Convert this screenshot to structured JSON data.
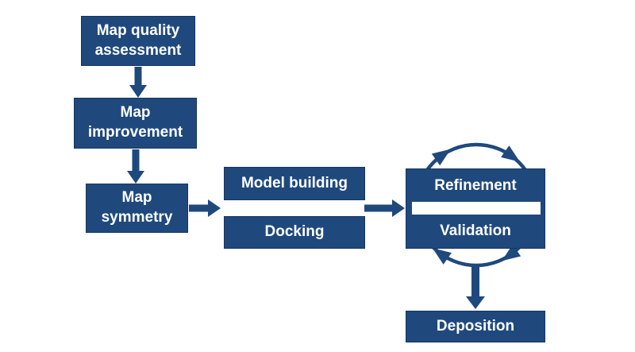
{
  "diagram": {
    "nodes": {
      "map_quality": {
        "label": "Map quality\nassessment"
      },
      "map_improvement": {
        "label": "Map\nimprovement"
      },
      "map_symmetry": {
        "label": "Map\nsymmetry"
      },
      "model_building": {
        "label": "Model building"
      },
      "docking": {
        "label": "Docking"
      },
      "refinement": {
        "label": "Refinement"
      },
      "validation": {
        "label": "Validation"
      },
      "deposition": {
        "label": "Deposition"
      }
    },
    "edges": [
      {
        "from": "map_quality",
        "to": "map_improvement",
        "type": "arrow-down"
      },
      {
        "from": "map_improvement",
        "to": "map_symmetry",
        "type": "arrow-down"
      },
      {
        "from": "map_symmetry",
        "to": "model_building_docking",
        "type": "arrow-right"
      },
      {
        "from": "model_building_docking",
        "to": "refinement_validation",
        "type": "arrow-right"
      },
      {
        "from": "refinement_validation",
        "to": "deposition",
        "type": "arrow-down"
      }
    ],
    "cycle": {
      "between": [
        "refinement",
        "validation"
      ],
      "direction": "clockwise",
      "arrowheads": 4
    }
  },
  "colors": {
    "box_fill": "#1F497D",
    "box_border": "#17355E",
    "arrow": "#1F497D",
    "label_text": "#FFFFFF",
    "background": "#FFFFFF"
  }
}
